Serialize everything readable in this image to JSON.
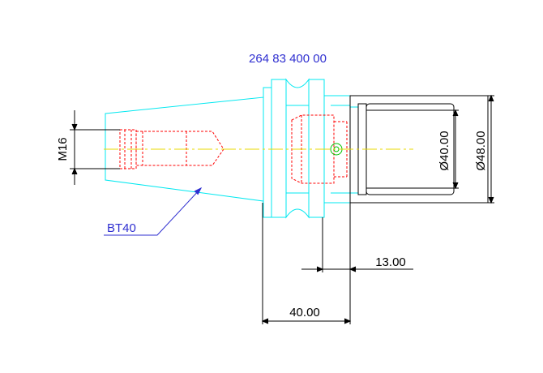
{
  "part_number": "264 83 400 00",
  "labels": {
    "thread": "M16",
    "taper": "BT40",
    "dia_inner": "Ø40.00",
    "dia_outer": "Ø48.00",
    "dim_13": "13.00",
    "dim_40": "40.00"
  },
  "colors": {
    "outline": "#00e8f0",
    "hidden": "#ff0000",
    "centerline": "#e8d800",
    "dimension": "#000000",
    "label_blue": "#2f2fd0"
  }
}
